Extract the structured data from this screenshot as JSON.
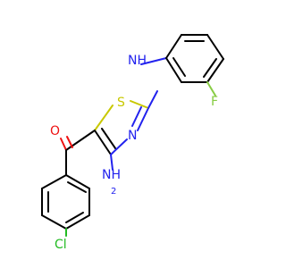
{
  "molecule": {
    "atoms": {
      "S": "S",
      "N_ring": "N",
      "NH": "NH",
      "NH_H": "H",
      "NH2_N": "NH",
      "NH2_sub": "2",
      "O": "O",
      "F": "F",
      "Cl": "Cl"
    },
    "colors": {
      "carbon": "#000000",
      "nitrogen": "#2222ee",
      "sulfur": "#c8c800",
      "oxygen": "#ee1111",
      "fluorine": "#88cc44",
      "chlorine": "#22bb22"
    }
  }
}
